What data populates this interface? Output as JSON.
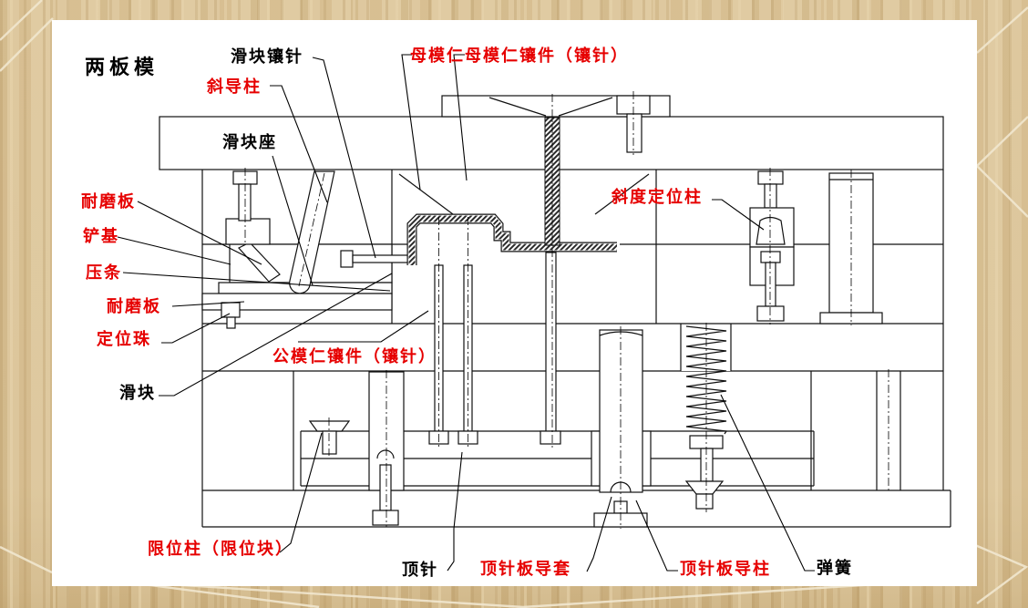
{
  "diagram": {
    "title": "两板模",
    "labels": [
      {
        "id": "slider-insert-pin",
        "text": "滑块镶针",
        "color": "black"
      },
      {
        "id": "angled-guide-pin",
        "text": "斜导柱",
        "color": "red"
      },
      {
        "id": "cavity-insert",
        "text": "母模仁",
        "color": "red"
      },
      {
        "id": "cavity-insert-piece",
        "text": "母模仁镶件（镶针）",
        "color": "red"
      },
      {
        "id": "slider-seat",
        "text": "滑块座",
        "color": "black"
      },
      {
        "id": "wear-plate-upper",
        "text": "耐磨板",
        "color": "red"
      },
      {
        "id": "wedge-base",
        "text": "铲基",
        "color": "red"
      },
      {
        "id": "pressure-strip",
        "text": "压条",
        "color": "red"
      },
      {
        "id": "wear-plate-lower",
        "text": "耐磨板",
        "color": "red"
      },
      {
        "id": "positioning-ball",
        "text": "定位珠",
        "color": "red"
      },
      {
        "id": "core-insert-piece",
        "text": "公模仁镶件（镶针）",
        "color": "red"
      },
      {
        "id": "slider",
        "text": "滑块",
        "color": "black"
      },
      {
        "id": "taper-positioning-pillar",
        "text": "斜度定位柱",
        "color": "red"
      },
      {
        "id": "limit-post",
        "text": "限位柱（限位块）",
        "color": "red"
      },
      {
        "id": "ejector-pin",
        "text": "顶针",
        "color": "black"
      },
      {
        "id": "ejector-plate-guide-bushing",
        "text": "顶针板导套",
        "color": "red"
      },
      {
        "id": "ejector-plate-guide-pillar",
        "text": "顶针板导柱",
        "color": "red"
      },
      {
        "id": "spring",
        "text": "弹簧",
        "color": "black"
      }
    ],
    "colors": {
      "label_red": "#e60000",
      "label_black": "#000000",
      "drawing_line": "#111111",
      "panel_background": "#ffffff",
      "wood_background": "#d9c297"
    }
  }
}
